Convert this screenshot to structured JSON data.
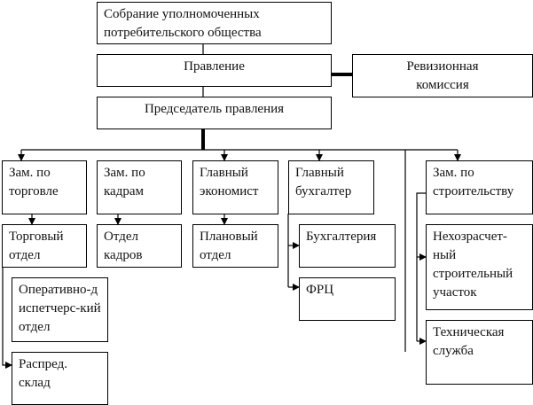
{
  "nodes": {
    "assembly": "Собрание уполномоченных потребительского общества",
    "board": "Правление",
    "audit": "Ревизионная комиссия",
    "chairman": "Председатель правления",
    "deputy_trade": "Зам. по торговле",
    "deputy_hr": "Зам. по кадрам",
    "chief_economist": "Главный экономист",
    "chief_accountant": "Главный бухгалтер",
    "deputy_construction": "Зам. по строительству",
    "trade_dept": "Торговый отдел",
    "hr_dept": "Отдел кадров",
    "planning_dept": "Плановый отдел",
    "dispatch_dept": "Оперативно-диспетчерс-кий отдел",
    "warehouse": "Распред. склад",
    "accounting": "Бухгалтерия",
    "frc": "ФРЦ",
    "construction_site": "Нехозрасчет-ный строительный участок",
    "tech_service": "Техническая служба"
  }
}
